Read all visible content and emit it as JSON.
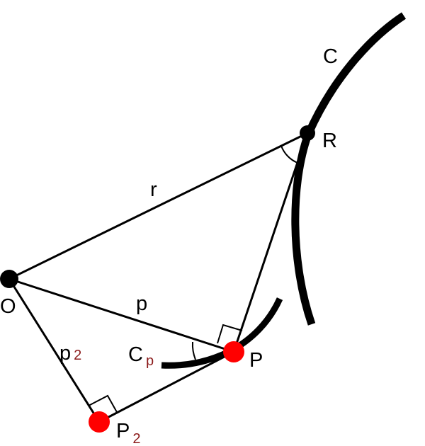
{
  "diagram": {
    "labels": {
      "curve_c": "C",
      "point_r": "R",
      "point_o": "O",
      "point_p": "P",
      "point_p2_base": "P",
      "point_p2_sub": "2",
      "segment_r": "r",
      "segment_p": "p",
      "segment_p2_base": "p",
      "segment_p2_sub": "2",
      "curve_cp_base": "C",
      "curve_cp_sub": "p"
    },
    "colors": {
      "line": "#000000",
      "point_black": "#000000",
      "point_red": "#ff0000",
      "subscript": "#8b1a1a"
    }
  }
}
